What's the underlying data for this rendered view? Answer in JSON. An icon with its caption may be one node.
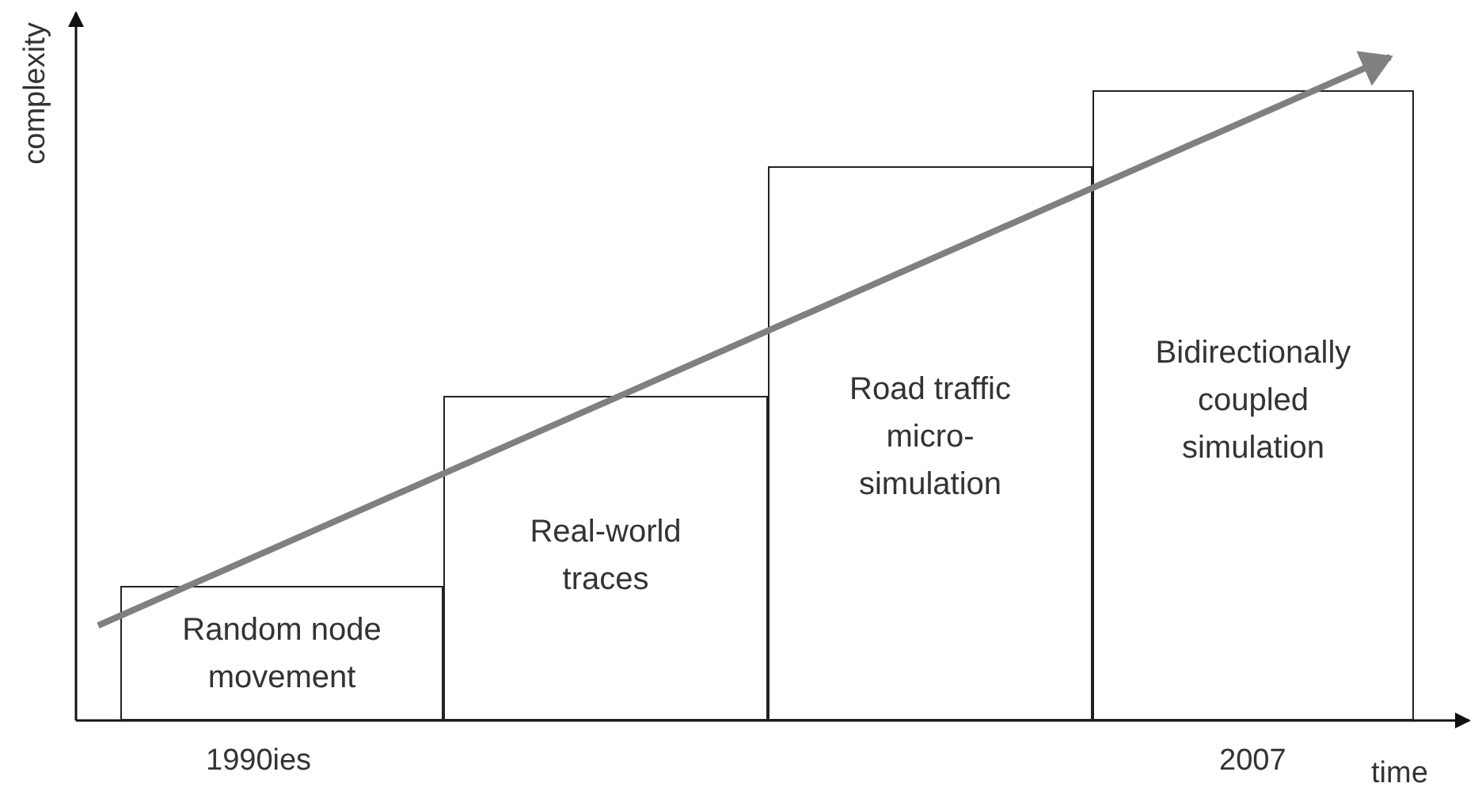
{
  "diagram": {
    "nodes": [
      {
        "text": [
          "Random node movement"
        ]
      },
      {
        "text": [
          "Real-world traces"
        ]
      },
      {
        "text": [
          "Road traffic micro-simulation"
        ]
      },
      {
        "text": [
          "Bidirectionally coupled simulation"
        ]
      }
    ],
    "labels": [
      "complexity",
      "1990ies",
      "2007",
      "time"
    ]
  }
}
